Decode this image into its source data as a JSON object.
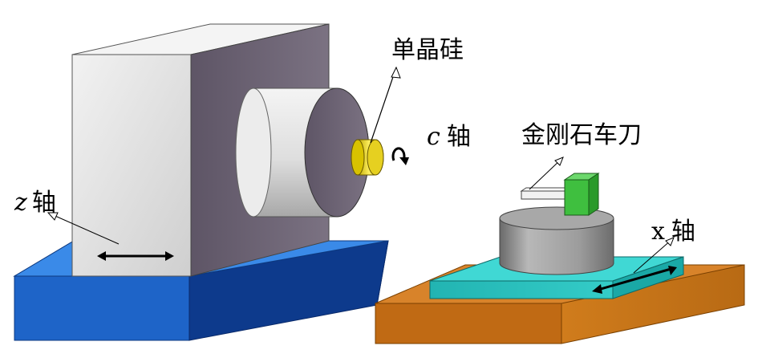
{
  "labels": {
    "silicon": "单晶硅",
    "tool": "金刚石车刀",
    "c_axis": {
      "var": "c",
      "word": "轴"
    },
    "z_axis": {
      "var": "z",
      "word": "轴"
    },
    "x_axis": {
      "var": "x",
      "word": "轴"
    }
  },
  "colors": {
    "spindle_box_front": "#dcdcdc",
    "spindle_box_side": "#6e6474",
    "spindle_box_top": "#f0f0f0",
    "left_base": "#1e64c8",
    "right_base": "#c8781e",
    "slide_plate": "#2ac4c0",
    "chuck": "#d8d8d8",
    "silicon_workpiece": "#e0cc10",
    "tool_holder": "#ededed",
    "tool_block": "#3fbf3f"
  },
  "icons": {
    "rotation": "rotation-arrow-icon",
    "motion": "double-arrow-icon"
  }
}
